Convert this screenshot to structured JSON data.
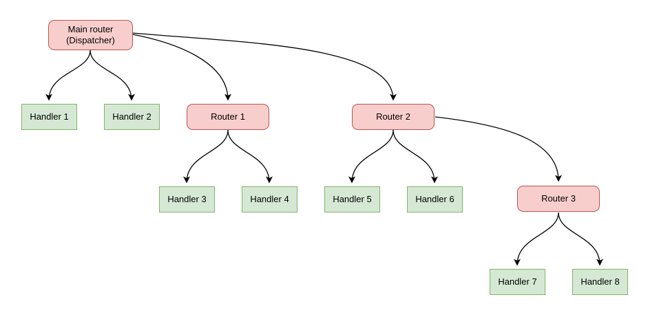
{
  "colors": {
    "background": "#ffffff",
    "router_fill": "#f8cecc",
    "router_stroke": "#b85450",
    "handler_fill": "#d5e8d4",
    "handler_stroke": "#82b366",
    "edge_stroke": "#000000",
    "text": "#000000"
  },
  "diagram": {
    "nodes": {
      "main_router": {
        "type": "router",
        "line1": "Main router",
        "line2": "(Dispatcher)"
      },
      "router1": {
        "type": "router",
        "label": "Router 1"
      },
      "router2": {
        "type": "router",
        "label": "Router 2"
      },
      "router3": {
        "type": "router",
        "label": "Router 3"
      },
      "handler1": {
        "type": "handler",
        "label": "Handler 1"
      },
      "handler2": {
        "type": "handler",
        "label": "Handler 2"
      },
      "handler3": {
        "type": "handler",
        "label": "Handler 3"
      },
      "handler4": {
        "type": "handler",
        "label": "Handler 4"
      },
      "handler5": {
        "type": "handler",
        "label": "Handler 5"
      },
      "handler6": {
        "type": "handler",
        "label": "Handler 6"
      },
      "handler7": {
        "type": "handler",
        "label": "Handler 7"
      },
      "handler8": {
        "type": "handler",
        "label": "Handler 8"
      }
    },
    "edges": [
      {
        "from": "main_router",
        "to": "handler1"
      },
      {
        "from": "main_router",
        "to": "handler2"
      },
      {
        "from": "main_router",
        "to": "router1"
      },
      {
        "from": "main_router",
        "to": "router2"
      },
      {
        "from": "router1",
        "to": "handler3"
      },
      {
        "from": "router1",
        "to": "handler4"
      },
      {
        "from": "router2",
        "to": "handler5"
      },
      {
        "from": "router2",
        "to": "handler6"
      },
      {
        "from": "router2",
        "to": "router3"
      },
      {
        "from": "router3",
        "to": "handler7"
      },
      {
        "from": "router3",
        "to": "handler8"
      }
    ]
  }
}
